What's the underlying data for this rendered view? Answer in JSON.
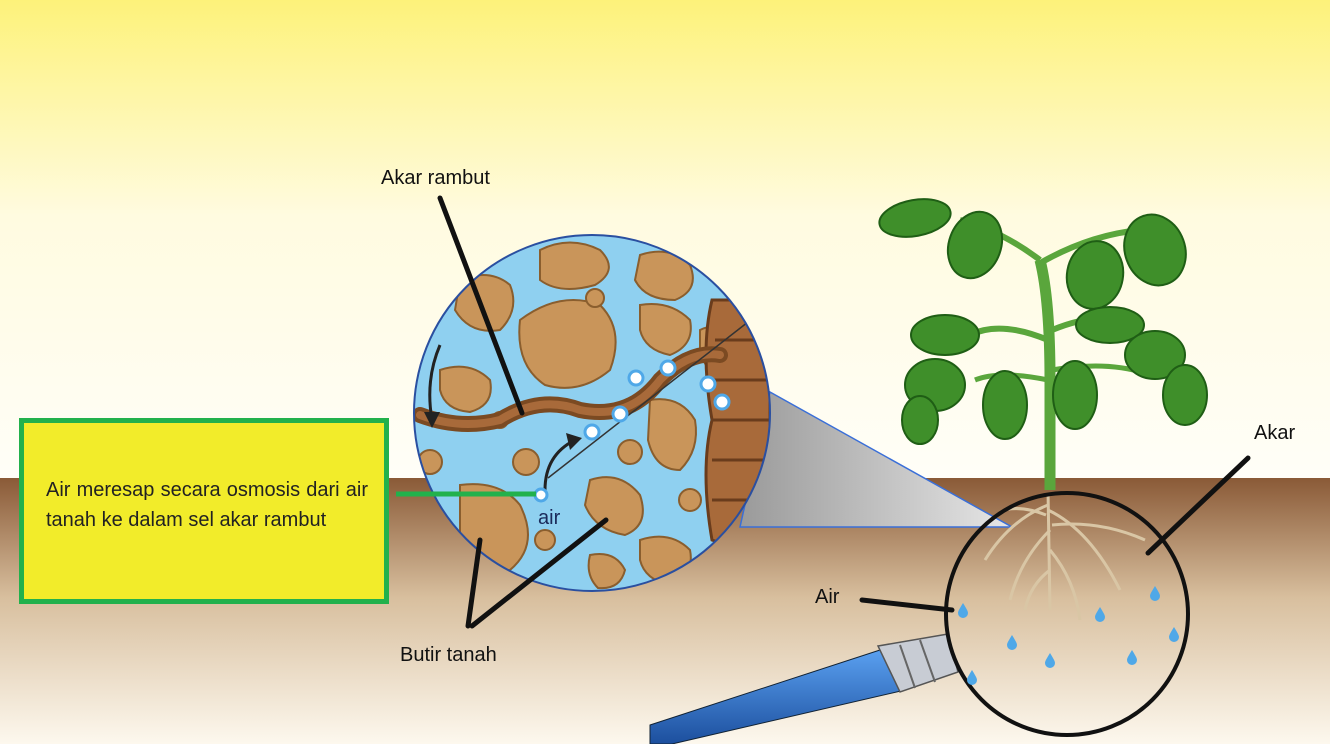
{
  "labels": {
    "akar_rambut": "Akar rambut",
    "akar": "Akar",
    "air": "Air",
    "butir_tanah": "Butir tanah",
    "air_inset": "air"
  },
  "callout": {
    "text": "Air meresap secara osmosis dari air tanah ke dalam sel akar rambut"
  },
  "colors": {
    "sky_top": "#fdf27a",
    "soil_top": "#8a5a37",
    "soil_bottom": "#fdf8ee",
    "callout_fill": "#f2ec2a",
    "callout_border": "#22b14c",
    "leaf": "#3f8f2a",
    "water": "#8fd0f0",
    "soil_grain": "#c9955a"
  },
  "icons": [
    "magnifier-icon",
    "water-drop-icon",
    "plant-icon"
  ]
}
